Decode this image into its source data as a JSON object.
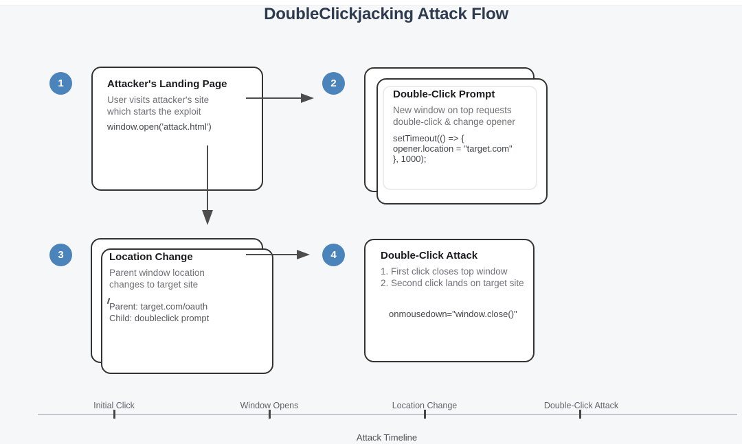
{
  "page": {
    "title": "DoubleClickjacking Attack Flow"
  },
  "colors": {
    "background": "#f6f7f9",
    "badge_blue": "#4a84ba",
    "card_border": "#333333",
    "arrow_gray": "#4d4d4d",
    "timeline_line": "#c6c8cc"
  },
  "steps": [
    {
      "number": "1",
      "title": "Attacker's Landing Page",
      "body": [
        "User visits attacker's site",
        "which starts the exploit"
      ],
      "code": [
        "window.open('attack.html')"
      ]
    },
    {
      "number": "2",
      "title": "Double-Click Prompt",
      "body": [
        "New window on top requests",
        "double-click & change opener"
      ],
      "code": [
        "setTimeout(() => {",
        "opener.location = \"target.com\"",
        "}, 1000);"
      ]
    },
    {
      "number": "3",
      "title": "Location Change",
      "body": [
        "Parent window location",
        "changes to target site"
      ],
      "detail": [
        "Parent: target.com/oauth",
        "Child: doubleclick prompt"
      ]
    },
    {
      "number": "4",
      "title": "Double-Click Attack",
      "body": [
        "1. First click closes top window",
        "2. Second click lands on target site"
      ],
      "code": [
        "onmousedown=\"window.close()\""
      ]
    }
  ],
  "timeline": {
    "caption": "Attack Timeline",
    "milestones": [
      "Initial Click",
      "Window Opens",
      "Location Change",
      "Double-Click Attack"
    ]
  }
}
